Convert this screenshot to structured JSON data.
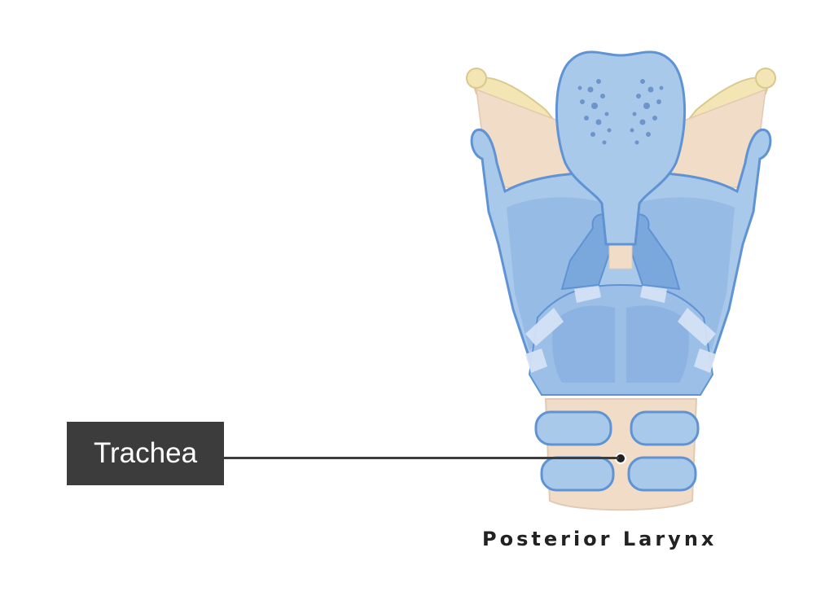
{
  "diagram": {
    "caption": "Posterior Larynx",
    "labels": [
      {
        "id": "trachea",
        "text": "Trachea"
      }
    ]
  },
  "colors": {
    "cartilage_blue": "#a9c9ea",
    "cartilage_outline": "#5f93d3",
    "cartilage_deep": "#7aa7dc",
    "tissue_beige": "#f1dcc8",
    "bone_yellow": "#f3e6b4",
    "label_bg": "#3c3c3c"
  }
}
